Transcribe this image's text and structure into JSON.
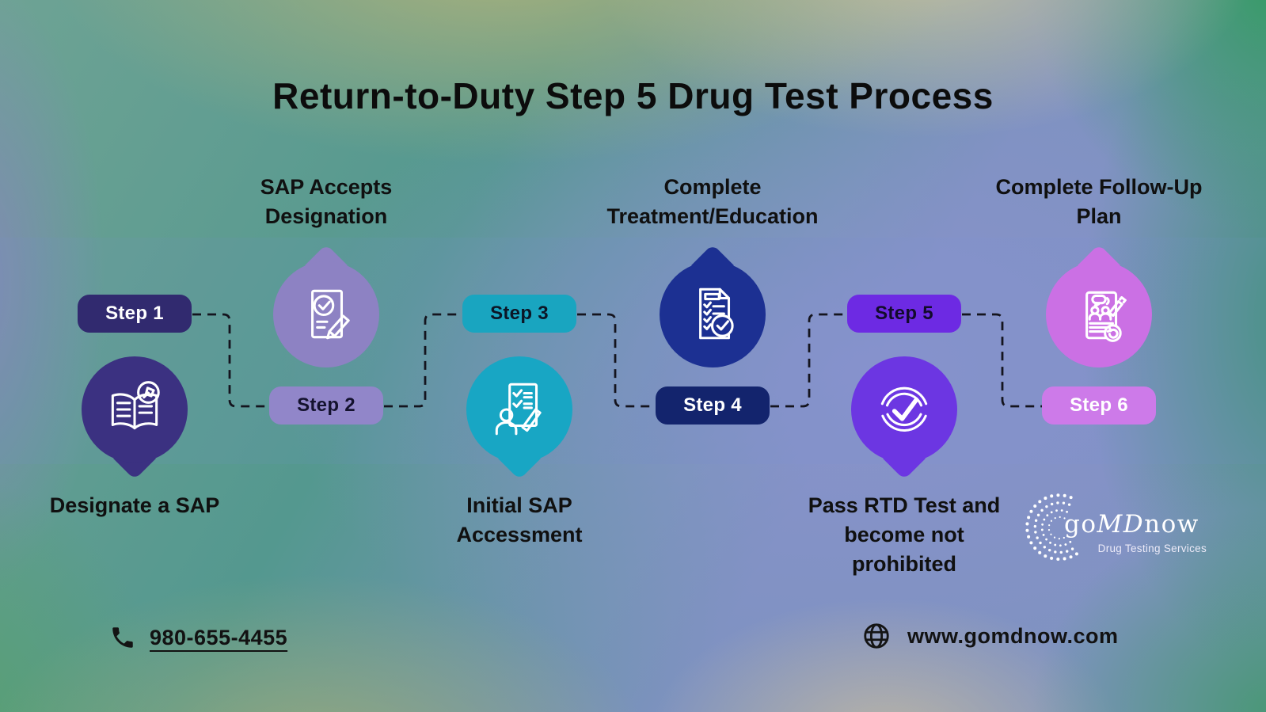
{
  "title": "Return-to-Duty Step 5 Drug Test Process",
  "steps": [
    {
      "badge": "Step 1",
      "label": "Designate a SAP",
      "icon": "open-book-pen-icon",
      "badge_color": "#312a6f",
      "badge_text_color": "#ffffff",
      "circle_color": "#3b3181"
    },
    {
      "badge": "Step 2",
      "label": "SAP Accepts Designation",
      "icon": "document-check-pencil-icon",
      "badge_color": "#9186c9",
      "badge_text_color": "#14122e",
      "circle_color": "#8d82c3"
    },
    {
      "badge": "Step 3",
      "label": "Initial SAP Accessment",
      "icon": "assessment-person-pencil-icon",
      "badge_color": "#19a5c0",
      "badge_text_color": "#0c1626",
      "circle_color": "#18a6c4"
    },
    {
      "badge": "Step 4",
      "label": "Complete Treatment/Education",
      "icon": "checklist-check-icon",
      "badge_color": "#13246d",
      "badge_text_color": "#ffffff",
      "circle_color": "#1c3092"
    },
    {
      "badge": "Step 5",
      "label": "Pass RTD Test and become not prohibited",
      "icon": "circle-check-icon",
      "badge_color": "#6d2ae3",
      "badge_text_color": "#120b2b",
      "circle_color": "#6c36e2"
    },
    {
      "badge": "Step 6",
      "label": "Complete Follow-Up Plan",
      "icon": "followup-plan-icon",
      "badge_color": "#cd7ae9",
      "badge_text_color": "#ffffff",
      "circle_color": "#cb70e4"
    }
  ],
  "footer": {
    "phone": "980-655-4455",
    "website": "www.gomdnow.com"
  },
  "logo": {
    "prefix": "go",
    "emphasis": "MD",
    "suffix": "now",
    "tagline": "Drug Testing Services"
  }
}
